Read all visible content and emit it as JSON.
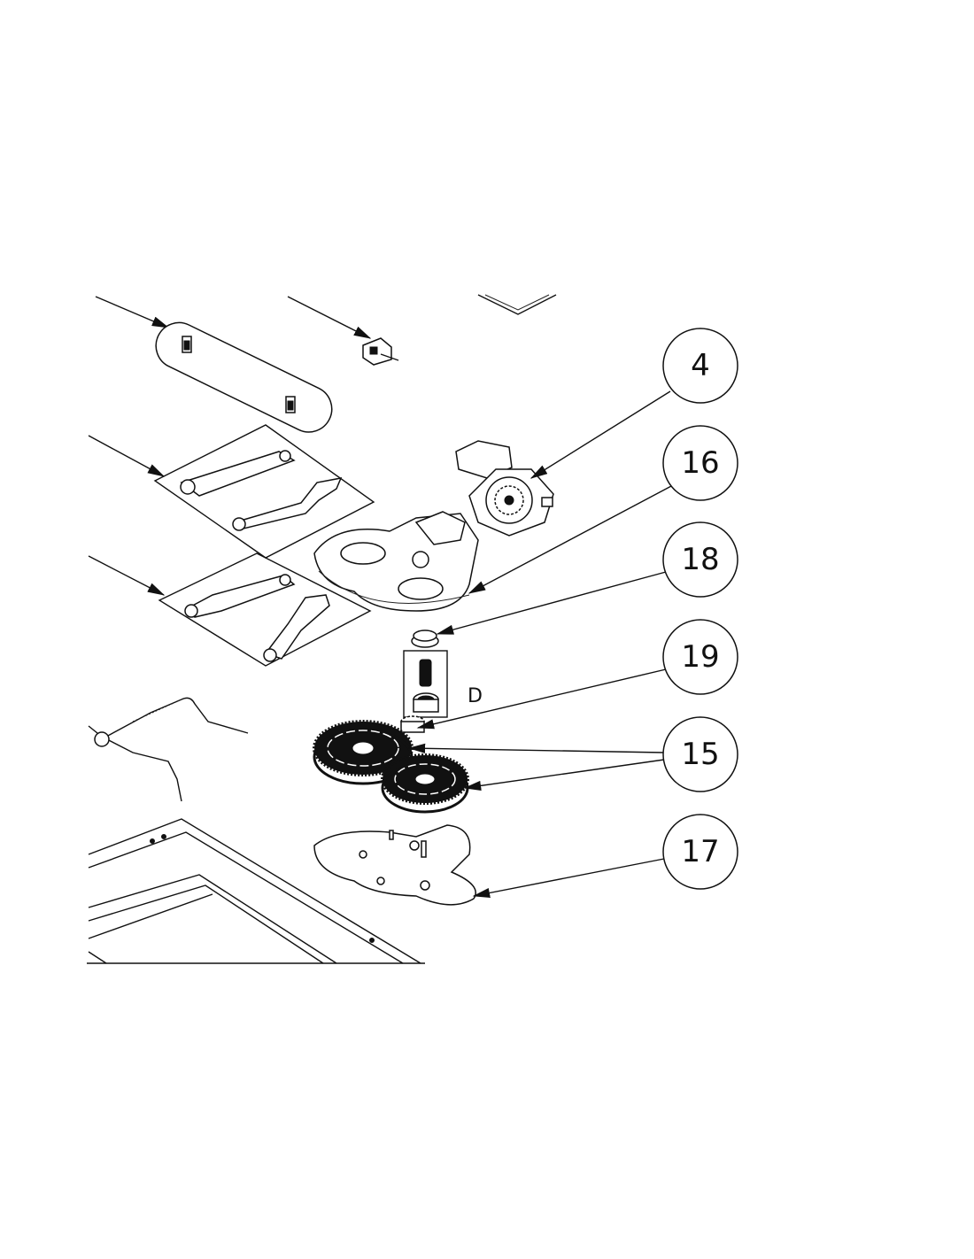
{
  "diagram": {
    "type": "exploded-parts-view",
    "callouts": [
      {
        "id": "4",
        "label": "4"
      },
      {
        "id": "16",
        "label": "16"
      },
      {
        "id": "18",
        "label": "18"
      },
      {
        "id": "19",
        "label": "19"
      },
      {
        "id": "15",
        "label": "15"
      },
      {
        "id": "17",
        "label": "17"
      }
    ],
    "detail_label": "D"
  }
}
